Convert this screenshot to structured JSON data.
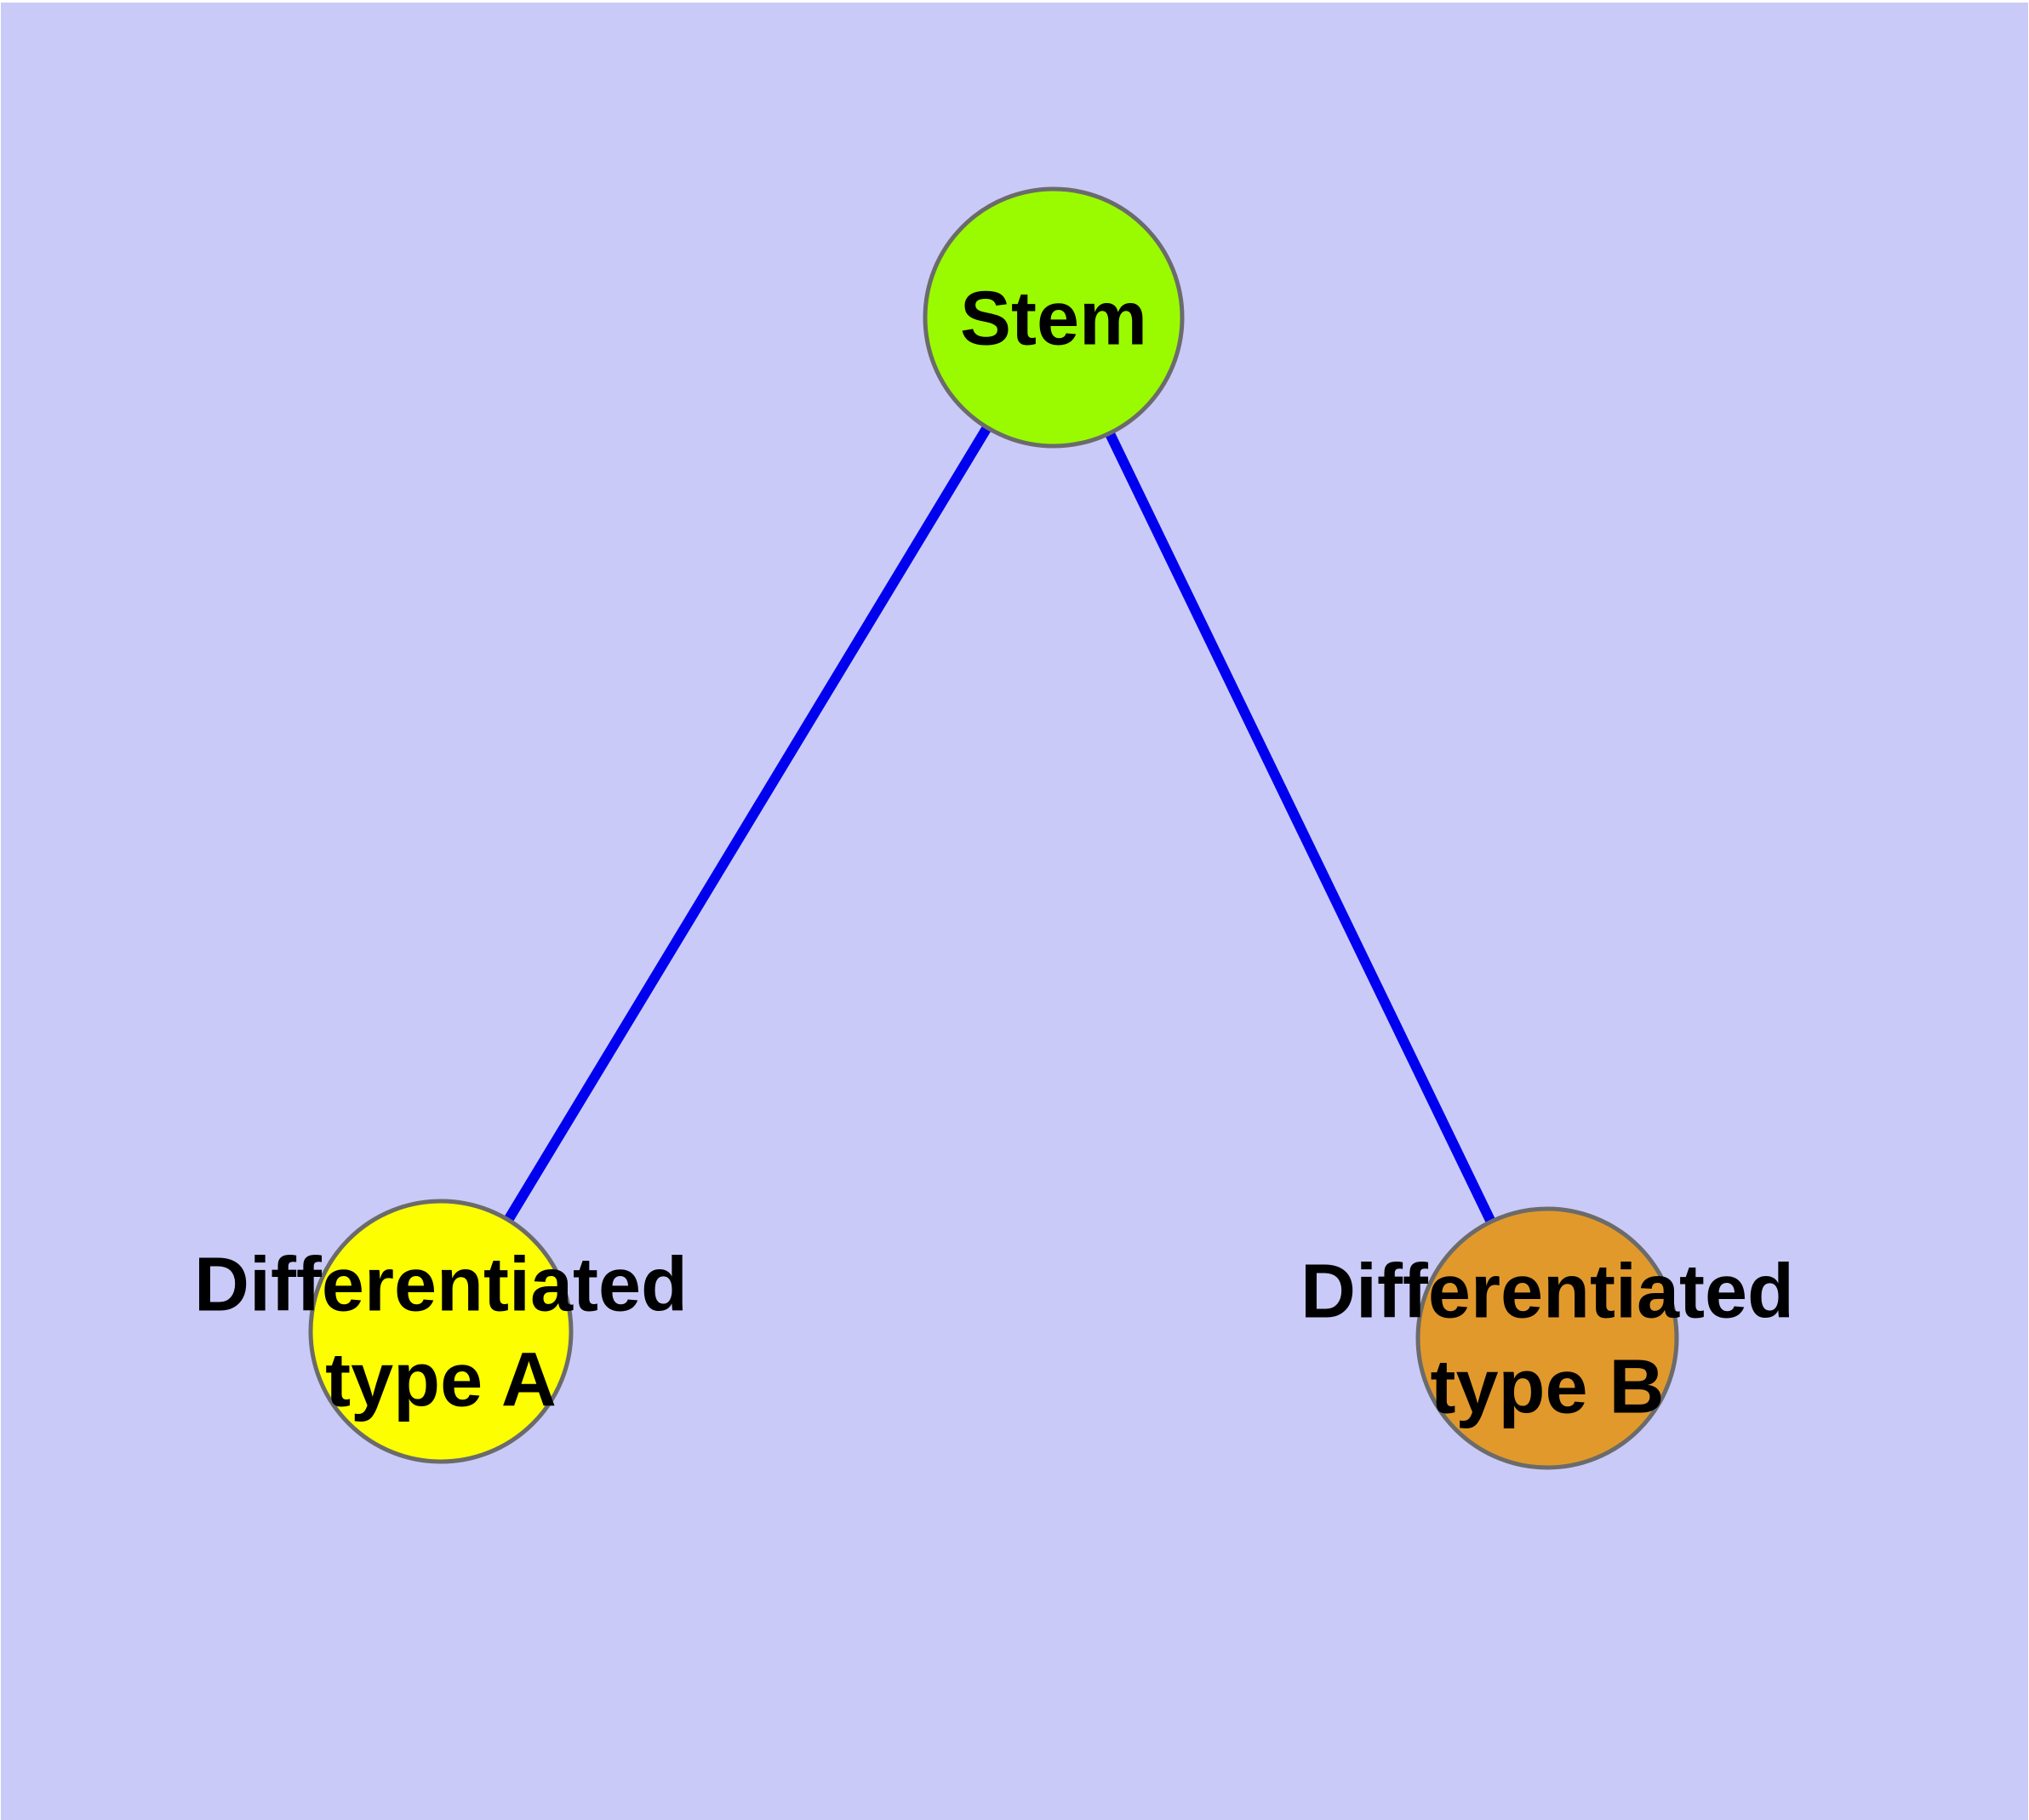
{
  "diagram": {
    "type": "node-link-graph",
    "background_color": "#CACAF8",
    "frame_color": "#FFFFFF",
    "edge_color": "#0000EE",
    "node_border_color": "#6B6B6B",
    "label_color": "#000000",
    "nodes": [
      {
        "id": "stem",
        "label": "Stem",
        "fill": "#9AFB00"
      },
      {
        "id": "differentiated-type-a",
        "label_line1": "Differentiated",
        "label_line2": "type A",
        "fill": "#FDFF00"
      },
      {
        "id": "differentiated-type-b",
        "label_line1": "Differentiated",
        "label_line2": "type B",
        "fill": "#E2992B"
      }
    ],
    "edges": [
      {
        "from": "Stem",
        "to": "Differentiated type A"
      },
      {
        "from": "Stem",
        "to": "Differentiated type B"
      }
    ]
  }
}
